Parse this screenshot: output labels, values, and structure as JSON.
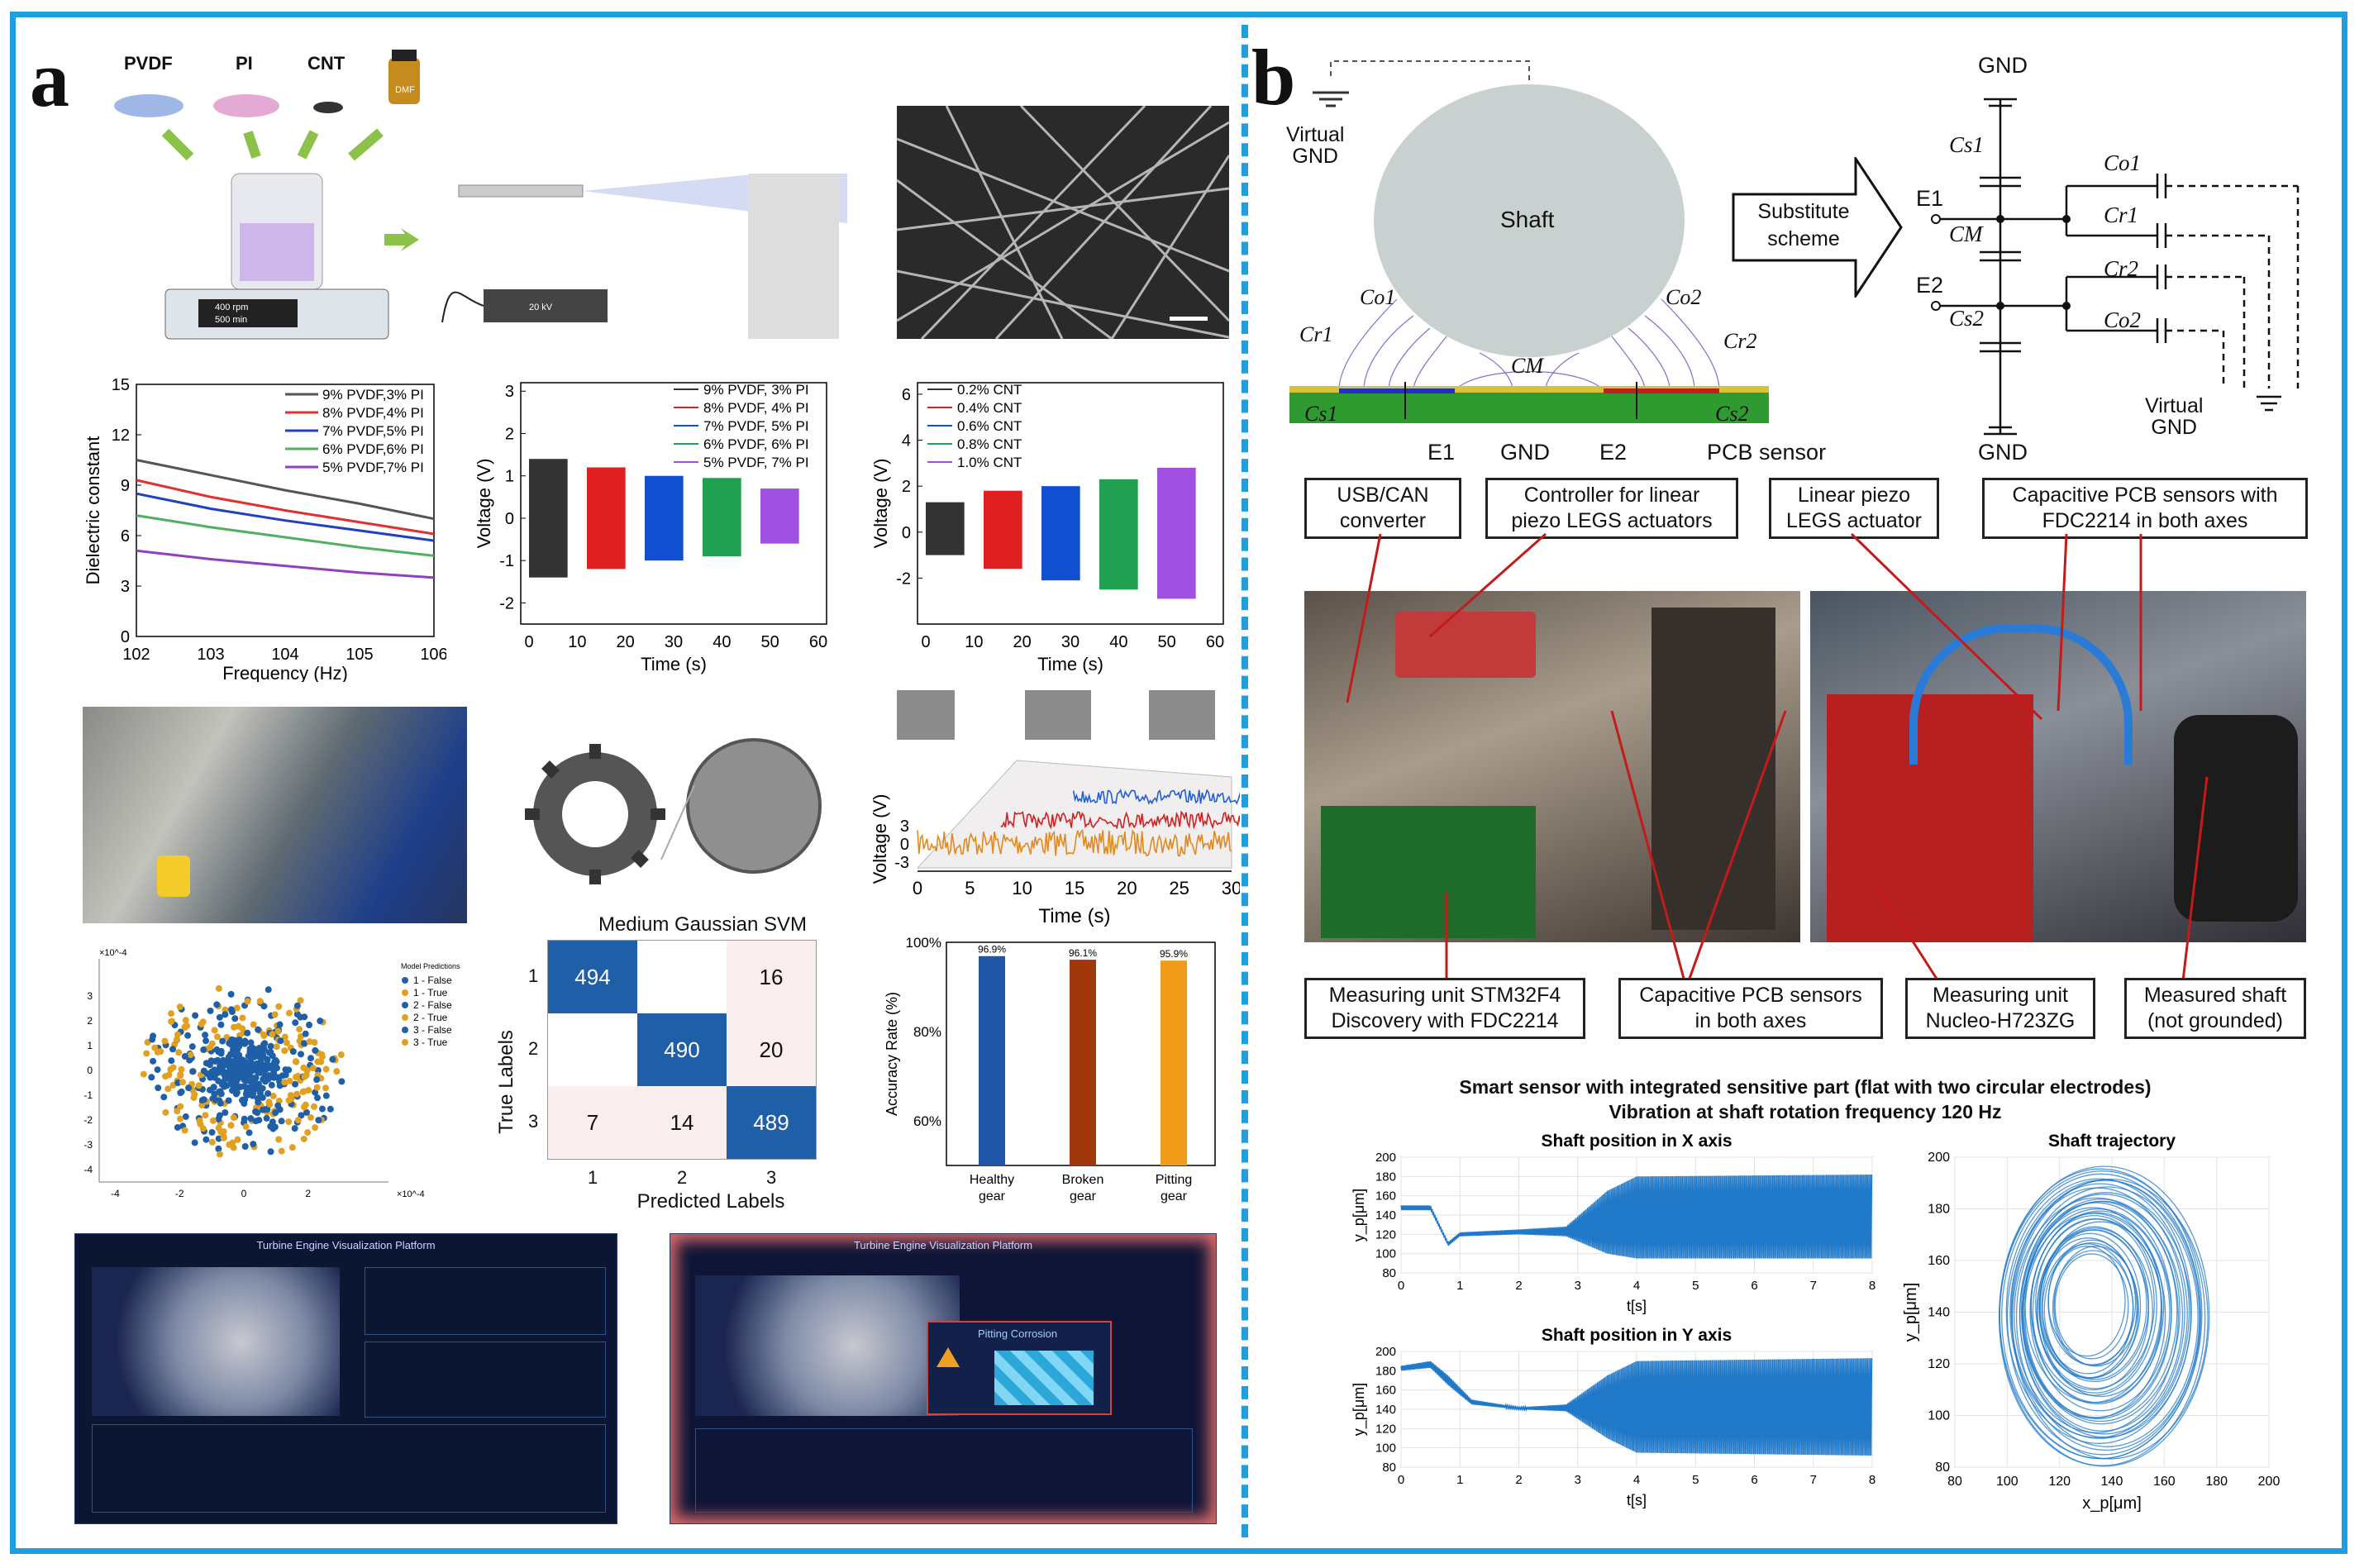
{
  "panel_a": {
    "letter": "a",
    "materials": [
      "PVDF",
      "PI",
      "CNT"
    ],
    "stirrer_readout": [
      "400 rpm",
      "500 min"
    ],
    "power_readout": "20 kV",
    "bottle_label": "DMF"
  },
  "panel_b": {
    "letter": "b",
    "virtual_gnd_top": "Virtual\nGND",
    "shaft": "Shaft",
    "substitute": "Substitute\nscheme",
    "cap_labels": [
      "Co1",
      "Co2",
      "Cr1",
      "Cr2",
      "CM",
      "Cs1",
      "Cs2"
    ],
    "electrode_labels": [
      "E1",
      "GND",
      "E2",
      "PCB sensor"
    ],
    "circuit": {
      "gnd_top": "GND",
      "gnd_bottom": "GND",
      "e1": "E1",
      "e2": "E2",
      "caps": [
        "Cs1",
        "CM",
        "Cs2",
        "Co1",
        "Cr1",
        "Cr2",
        "Co2"
      ],
      "virtual_gnd": "Virtual\nGND"
    },
    "top_boxes": [
      "USB/CAN\nconverter",
      "Controller for linear\npiezo LEGS actuators",
      "Linear piezo\nLEGS actuator",
      "Capacitive PCB sensors with\nFDC2214 in both axes"
    ],
    "bottom_boxes": [
      "Measuring unit STM32F4\nDiscovery with FDC2214",
      "Capacitive PCB sensors\nin both axes",
      "Measuring unit\nNucleo-H723ZG",
      "Measured shaft\n(not grounded)"
    ],
    "fig_title_1": "Smart sensor with integrated sensitive part (flat with two circular electrodes)",
    "fig_title_2": "Vibration at shaft rotation frequency 120 Hz"
  },
  "dashboards": {
    "title_1": "Turbine Engine Visualization Platform",
    "title_2": "Turbine Engine Visualization Platform",
    "popup": "Pitting Corrosion"
  },
  "chart_data": [
    {
      "id": "dielectric",
      "type": "line",
      "xlabel": "Frequency (Hz)",
      "ylabel": "Dielectric constant",
      "xscale": "log",
      "xticks": [
        "10^2",
        "10^3",
        "10^4",
        "10^5",
        "10^6"
      ],
      "ylim": [
        0,
        15
      ],
      "yticks": [
        0,
        3,
        6,
        9,
        12,
        15
      ],
      "legend": "top-right",
      "x": [
        100,
        1000,
        10000,
        100000,
        1000000
      ],
      "series": [
        {
          "name": "9% PVDF,3% PI",
          "color": "#555555",
          "values": [
            10.5,
            9.6,
            8.7,
            7.9,
            7.0
          ]
        },
        {
          "name": "8% PVDF,4% PI",
          "color": "#e03030",
          "values": [
            9.3,
            8.3,
            7.5,
            6.8,
            6.1
          ]
        },
        {
          "name": "7% PVDF,5% PI",
          "color": "#2040c0",
          "values": [
            8.5,
            7.6,
            6.9,
            6.3,
            5.7
          ]
        },
        {
          "name": "6% PVDF,6% PI",
          "color": "#50b060",
          "values": [
            7.2,
            6.5,
            5.9,
            5.3,
            4.8
          ]
        },
        {
          "name": "5% PVDF,7% PI",
          "color": "#9040c0",
          "values": [
            5.1,
            4.6,
            4.2,
            3.8,
            3.5
          ]
        }
      ]
    },
    {
      "id": "voltage_pi",
      "type": "bar",
      "xlabel": "Time (s)",
      "ylabel": "Voltage (V)",
      "xlim": [
        0,
        60
      ],
      "xticks": [
        0,
        10,
        20,
        30,
        40,
        50,
        60
      ],
      "ylim": [
        -2.5,
        3.2
      ],
      "yticks": [
        -2,
        -1,
        0,
        1,
        2,
        3
      ],
      "legend": "top-right",
      "series": [
        {
          "name": "9% PVDF, 3% PI",
          "color": "#333333",
          "start": 0,
          "end": 8,
          "low": -1.4,
          "high": 1.4
        },
        {
          "name": "8% PVDF, 4% PI",
          "color": "#e02020",
          "start": 12,
          "end": 20,
          "low": -1.2,
          "high": 1.2
        },
        {
          "name": "7% PVDF, 5% PI",
          "color": "#1050d0",
          "start": 24,
          "end": 32,
          "low": -1.0,
          "high": 1.0
        },
        {
          "name": "6% PVDF, 6% PI",
          "color": "#20a050",
          "start": 36,
          "end": 44,
          "low": -0.9,
          "high": 0.95
        },
        {
          "name": "5% PVDF, 7% PI",
          "color": "#a050e0",
          "start": 48,
          "end": 56,
          "low": -0.6,
          "high": 0.7
        }
      ]
    },
    {
      "id": "voltage_cnt",
      "type": "bar",
      "xlabel": "Time (s)",
      "ylabel": "Voltage (V)",
      "xlim": [
        0,
        60
      ],
      "xticks": [
        0,
        10,
        20,
        30,
        40,
        50,
        60
      ],
      "ylim": [
        -4,
        6.5
      ],
      "yticks": [
        -2,
        0,
        2,
        4,
        6
      ],
      "legend": "top-left",
      "series": [
        {
          "name": "0.2% CNT",
          "color": "#333333",
          "start": 0,
          "end": 8,
          "low": -1.0,
          "high": 1.3
        },
        {
          "name": "0.4% CNT",
          "color": "#e02020",
          "start": 12,
          "end": 20,
          "low": -1.6,
          "high": 1.8
        },
        {
          "name": "0.6% CNT",
          "color": "#1050d0",
          "start": 24,
          "end": 32,
          "low": -2.1,
          "high": 2.0
        },
        {
          "name": "0.8% CNT",
          "color": "#20a050",
          "start": 36,
          "end": 44,
          "low": -2.5,
          "high": 2.3
        },
        {
          "name": "1.0% CNT",
          "color": "#a050e0",
          "start": 48,
          "end": 56,
          "low": -2.9,
          "high": 2.8
        }
      ]
    },
    {
      "id": "gear_voltage",
      "type": "line",
      "xlabel": "Time (s)",
      "ylabel": "Voltage (V)",
      "xlim": [
        0,
        30
      ],
      "xticks": [
        0,
        5,
        10,
        15,
        20,
        25,
        30
      ],
      "yticks": [
        -3,
        0,
        3
      ],
      "series": [
        {
          "color": "#e08a20",
          "offset": 0,
          "amplitude": 2.6,
          "start": 0,
          "end": 30
        },
        {
          "color": "#d02020",
          "offset": 6,
          "amplitude": 1.6,
          "start": 7,
          "end": 30
        },
        {
          "color": "#2060d0",
          "offset": 12,
          "amplitude": 1.4,
          "start": 13,
          "end": 30
        }
      ]
    },
    {
      "id": "scatter",
      "type": "scatter",
      "xlim": [
        -4.5,
        4.5
      ],
      "ylim": [
        -4.5,
        4.5
      ],
      "xticks": [
        -4,
        -2,
        0,
        2
      ],
      "yticks": [
        -4,
        -3,
        -2,
        -1,
        0,
        1,
        2,
        3
      ],
      "scale_label": "×10^-4",
      "legend_title": "Model Predictions",
      "legend": [
        "1 - False",
        "1 - True",
        "2 - False",
        "2 - True",
        "3 - False",
        "3 - True"
      ]
    },
    {
      "id": "confusion",
      "type": "heatmap",
      "title": "Medium Gaussian SVM",
      "xlabel": "Predicted Labels",
      "ylabel": "True Labels",
      "labels": [
        "1",
        "2",
        "3"
      ],
      "matrix": [
        [
          494,
          0,
          16
        ],
        [
          0,
          490,
          20
        ],
        [
          7,
          14,
          489
        ]
      ]
    },
    {
      "id": "accuracy",
      "type": "bar",
      "ylabel": "Accuracy Rate (%)",
      "ylim": [
        50,
        100
      ],
      "yticks": [
        "60%",
        "80%",
        "100%"
      ],
      "yvalues": [
        60,
        80,
        100
      ],
      "categories": [
        "Healthy\ngear",
        "Broken\ngear",
        "Pitting\ngear"
      ],
      "values": [
        96.9,
        96.1,
        95.9
      ],
      "labels": [
        "96.9%",
        "96.1%",
        "95.9%"
      ],
      "colors": [
        "#1f56a8",
        "#a0380c",
        "#f29a1a"
      ]
    },
    {
      "id": "shaft_x",
      "type": "line",
      "title": "Shaft position in X axis",
      "xlabel": "t[s]",
      "ylabel": "y_p[μm]",
      "xlim": [
        0,
        8
      ],
      "ylim": [
        80,
        200
      ],
      "xticks": [
        0,
        1,
        2,
        3,
        4,
        5,
        6,
        7,
        8
      ],
      "yticks": [
        80,
        100,
        120,
        140,
        160,
        180,
        200
      ],
      "envelope": {
        "t": [
          0,
          0.5,
          0.8,
          1,
          2,
          2.8,
          3.5,
          4,
          8
        ],
        "upper": [
          150,
          150,
          112,
          122,
          125,
          128,
          165,
          180,
          182
        ],
        "lower": [
          145,
          145,
          108,
          118,
          120,
          118,
          100,
          95,
          95
        ]
      }
    },
    {
      "id": "shaft_y",
      "type": "line",
      "title": "Shaft position in Y axis",
      "xlabel": "t[s]",
      "ylabel": "y_p[μm]",
      "xlim": [
        0,
        8
      ],
      "ylim": [
        80,
        200
      ],
      "xticks": [
        0,
        1,
        2,
        3,
        4,
        5,
        6,
        7,
        8
      ],
      "yticks": [
        80,
        100,
        120,
        140,
        160,
        180,
        200
      ],
      "envelope": {
        "t": [
          0,
          0.5,
          0.8,
          1.2,
          2,
          2.8,
          3.5,
          4,
          8
        ],
        "upper": [
          185,
          190,
          175,
          150,
          142,
          145,
          175,
          190,
          193
        ],
        "lower": [
          180,
          183,
          165,
          145,
          140,
          138,
          110,
          95,
          92
        ]
      }
    },
    {
      "id": "trajectory",
      "type": "line",
      "title": "Shaft trajectory",
      "xlabel": "x_p[μm]",
      "ylabel": "y_p[μm]",
      "xlim": [
        80,
        200
      ],
      "ylim": [
        80,
        200
      ],
      "xticks": [
        80,
        100,
        120,
        140,
        160,
        180,
        200
      ],
      "yticks": [
        80,
        100,
        120,
        140,
        160,
        180,
        200
      ],
      "ellipse": {
        "cx": 138,
        "cy": 138,
        "rx": 40,
        "ry": 58
      }
    }
  ]
}
